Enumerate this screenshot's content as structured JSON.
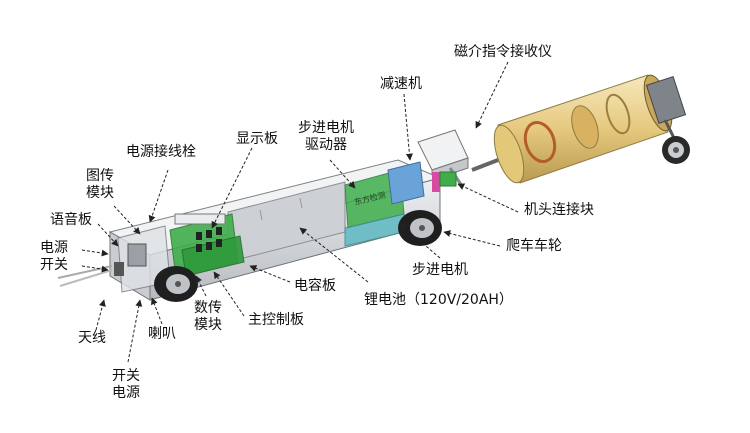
{
  "labels": {
    "magnetic_receiver": "磁介指令接收仪",
    "reducer": "减速机",
    "stepper_driver_line1": "步进电机",
    "stepper_driver_line2": "驱动器",
    "display_board": "显示板",
    "power_terminal": "电源接线栓",
    "image_module_line1": "图传",
    "image_module_line2": "模块",
    "voice_board": "语音板",
    "power_switch_line1": "电源",
    "power_switch_line2": "开关",
    "antenna": "天线",
    "horn": "喇叭",
    "data_module_line1": "数传",
    "data_module_line2": "模块",
    "main_control_board": "主控制板",
    "capacitor_board": "电容板",
    "lithium_battery": "锂电池（120V/20AH）",
    "stepper_motor": "步进电机",
    "crawler_wheel": "爬车车轮",
    "head_connector": "机头连接块",
    "switch_power_line1": "开关",
    "switch_power_line2": "电源"
  },
  "body_text": "东方检测",
  "colors": {
    "housing": "#d9dcdf",
    "housing_dark": "#8c9196",
    "pcb_green": "#3fae4a",
    "receiver_gold": "#e8cf8c",
    "accent_blue": "#6aa3d8",
    "magenta": "#d64ca0"
  }
}
